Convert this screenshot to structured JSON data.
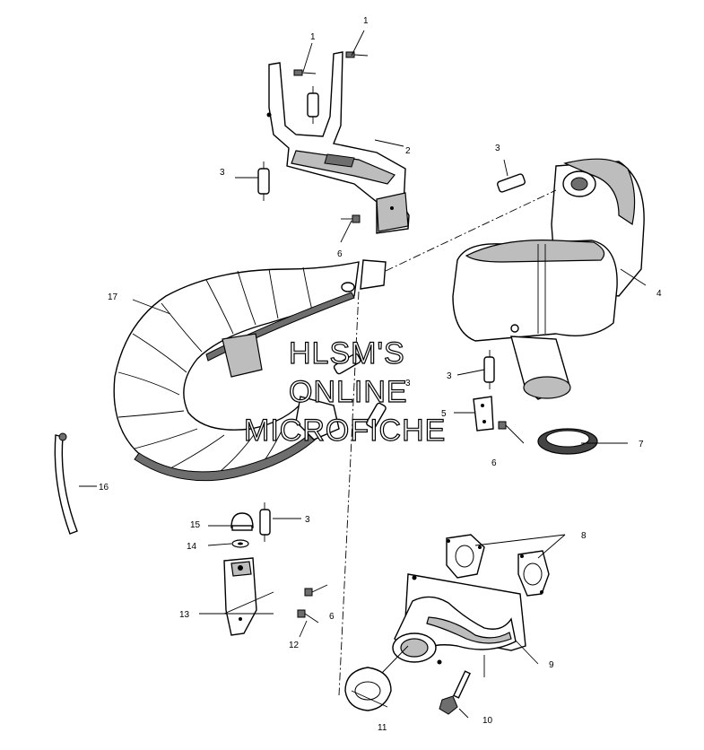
{
  "watermark": {
    "line1": "HLSM'S",
    "line2": "ONLINE",
    "line3": "MICROFICHE"
  },
  "callouts": [
    {
      "id": "c1a",
      "text": "1"
    },
    {
      "id": "c1b",
      "text": "1"
    },
    {
      "id": "c2",
      "text": "2"
    },
    {
      "id": "c3a",
      "text": "3"
    },
    {
      "id": "c3b",
      "text": "3"
    },
    {
      "id": "c3c",
      "text": "3"
    },
    {
      "id": "c3d",
      "text": "3"
    },
    {
      "id": "c3e",
      "text": "3"
    },
    {
      "id": "c4",
      "text": "4"
    },
    {
      "id": "c5",
      "text": "5"
    },
    {
      "id": "c6a",
      "text": "6"
    },
    {
      "id": "c6b",
      "text": "6"
    },
    {
      "id": "c6c",
      "text": "6"
    },
    {
      "id": "c7",
      "text": "7"
    },
    {
      "id": "c8",
      "text": "8"
    },
    {
      "id": "c9",
      "text": "9"
    },
    {
      "id": "c10",
      "text": "10"
    },
    {
      "id": "c11",
      "text": "11"
    },
    {
      "id": "c12",
      "text": "12"
    },
    {
      "id": "c13",
      "text": "13"
    },
    {
      "id": "c14",
      "text": "14"
    },
    {
      "id": "c15",
      "text": "15"
    },
    {
      "id": "c16",
      "text": "16"
    },
    {
      "id": "c17",
      "text": "17"
    }
  ]
}
